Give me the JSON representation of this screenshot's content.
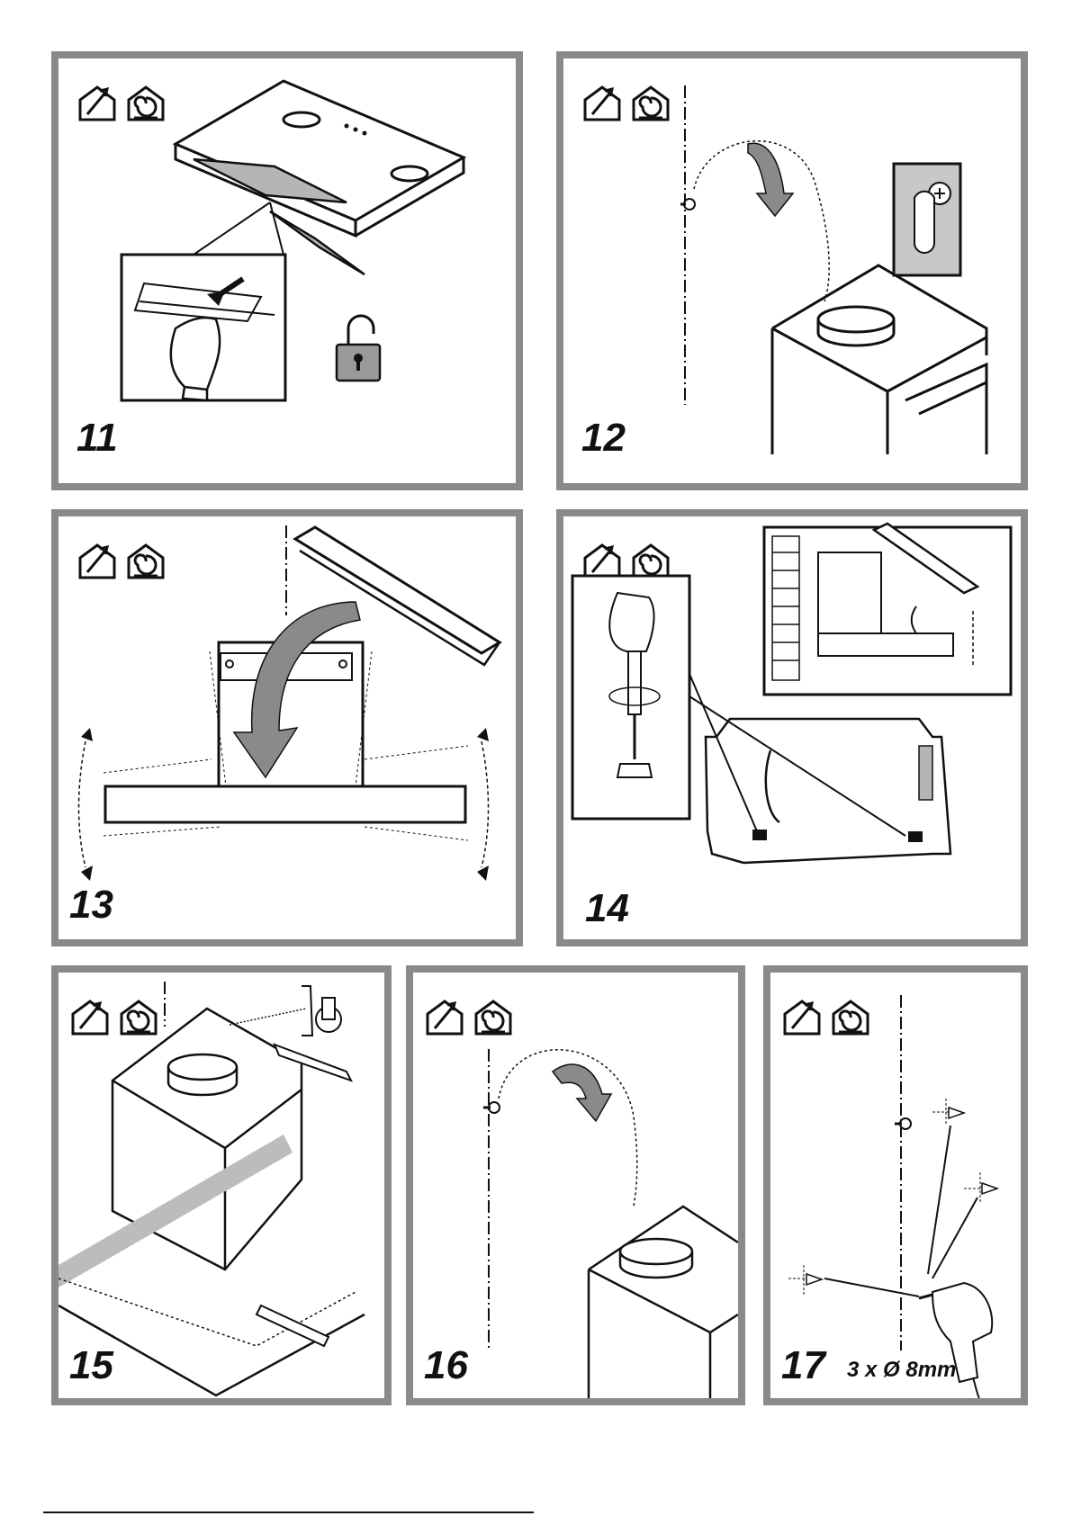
{
  "icons": {
    "ducting": "ducting-mode-icon",
    "recirculation": "recirculation-mode-icon"
  },
  "colors": {
    "frame": "#8a8a8a",
    "shade": "#bdbdbd",
    "ink": "#111111"
  },
  "steps": [
    {
      "number": "11"
    },
    {
      "number": "12"
    },
    {
      "number": "13"
    },
    {
      "number": "14"
    },
    {
      "number": "15"
    },
    {
      "number": "16"
    },
    {
      "number": "17",
      "spec": "3 x Ø 8mm"
    }
  ]
}
